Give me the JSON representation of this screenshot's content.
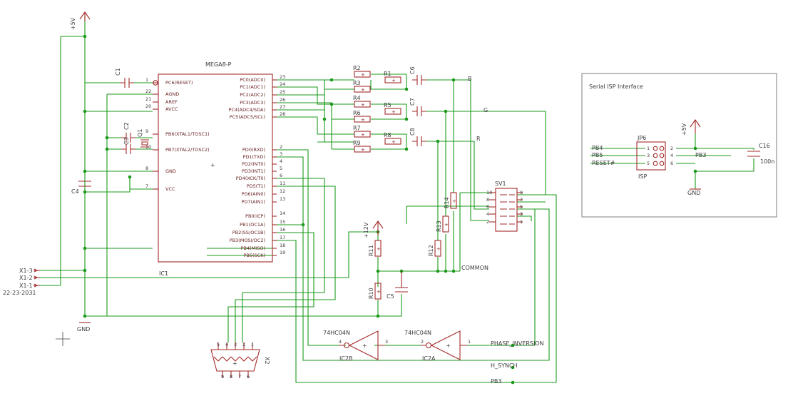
{
  "mcu": {
    "name": "MEGA8-P",
    "ref": "IC1",
    "left_pins": [
      {
        "num": "1",
        "name": "PC6(RESET)"
      },
      {
        "num": "22",
        "name": "AGND"
      },
      {
        "num": "21",
        "name": "AREF"
      },
      {
        "num": "20",
        "name": "AVCC"
      },
      {
        "num": "9",
        "name": "PB6(XTAL1/TOSC1)"
      },
      {
        "num": "10",
        "name": "PB7(XTAL2/TOSC2)"
      },
      {
        "num": "8",
        "name": "GND"
      },
      {
        "num": "7",
        "name": "VCC"
      }
    ],
    "right_pins": [
      {
        "num": "23",
        "name": "PC0(ADC0)"
      },
      {
        "num": "24",
        "name": "PC1(ADC1)"
      },
      {
        "num": "25",
        "name": "PC2(ADC2)"
      },
      {
        "num": "26",
        "name": "PC3(ADC3)"
      },
      {
        "num": "27",
        "name": "PC4(ADC4/SDA)"
      },
      {
        "num": "28",
        "name": "PC5(ADC5/SCL)"
      },
      {
        "num": "2",
        "name": "PD0(RXD)"
      },
      {
        "num": "3",
        "name": "PD1(TXD)"
      },
      {
        "num": "4",
        "name": "PD2(INT0)"
      },
      {
        "num": "5",
        "name": "PD3(INT1)"
      },
      {
        "num": "6",
        "name": "PD4(XCK/T0)"
      },
      {
        "num": "11",
        "name": "PD5(T1)"
      },
      {
        "num": "12",
        "name": "PD6(AIN0)"
      },
      {
        "num": "13",
        "name": "PD7(AIN1)"
      },
      {
        "num": "14",
        "name": "PB0(ICP)"
      },
      {
        "num": "15",
        "name": "PB1(OC1A)"
      },
      {
        "num": "16",
        "name": "PB2(SS/OC1B)"
      },
      {
        "num": "17",
        "name": "PB3(MOSI/OC2)"
      },
      {
        "num": "18",
        "name": "PB4(MISO)"
      },
      {
        "num": "19",
        "name": "PB5(SCK)"
      }
    ]
  },
  "power": {
    "vcc": "+5V",
    "vpp": "+12V",
    "gnd": "GND"
  },
  "resistors": [
    "R2",
    "R1",
    "R3",
    "R4",
    "R5",
    "R6",
    "R7",
    "R8",
    "R9"
  ],
  "capacitors": {
    "c1": "C1",
    "c2": "C2",
    "c3": "C3",
    "c4": "C4",
    "c5": "C5",
    "c6": "C6",
    "c7": "C7",
    "c8": "C8",
    "q1": "Q1"
  },
  "vert_resistors": [
    "R14",
    "R13",
    "R12",
    "R11",
    "R10"
  ],
  "nets": {
    "b": "B",
    "g": "G",
    "r": "R",
    "common": "COMMON",
    "phase": "PHASE_INVERSION",
    "hsync": "H_SYNCH",
    "pb3": "PB3"
  },
  "connector_sv1": {
    "ref": "SV1",
    "left_nums": [
      "10",
      "8",
      "6",
      "4",
      "2"
    ],
    "right_nums": [
      "9",
      "7",
      "5",
      "3",
      "1"
    ]
  },
  "x1_pins": [
    "X1-3",
    "X1-2",
    "X1-1"
  ],
  "x1_note": "22-23-2031",
  "gates": [
    {
      "type": "74HC04N",
      "ref": "IC2A",
      "in": "1",
      "out": "2"
    },
    {
      "type": "74HC04N",
      "ref": "IC2B",
      "in": "3",
      "out": "4"
    }
  ],
  "dsub": {
    "ref": "X2",
    "top_nums": [
      "5",
      "4",
      "3",
      "2",
      "1"
    ],
    "bottom_nums": [
      "9",
      "8",
      "7",
      "6"
    ]
  },
  "isp": {
    "title": "Serial ISP Interface",
    "ref": "JP6",
    "name": "ISP",
    "signals": [
      "PB4",
      "PB5",
      "RESET#"
    ],
    "right_signal": "PB3",
    "left_nums": [
      "1",
      "3",
      "5"
    ],
    "right_nums": [
      "2",
      "4",
      "6"
    ],
    "vcc": "+5V",
    "gnd": "GND",
    "cap_ref": "C16",
    "cap_val": "100n"
  }
}
